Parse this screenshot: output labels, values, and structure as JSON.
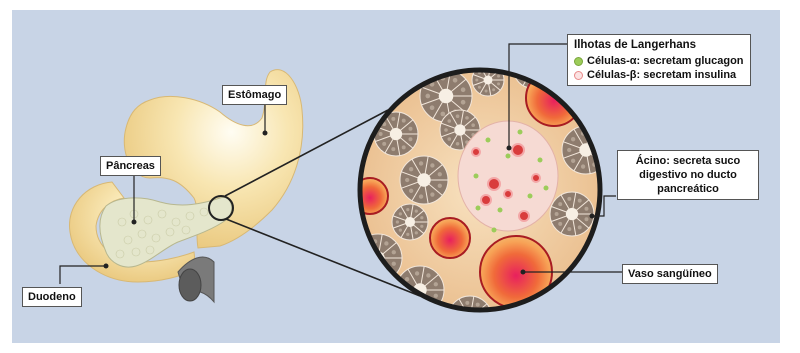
{
  "labels": {
    "stomach": "Estômago",
    "pancreas": "Pâncreas",
    "duodenum": "Duodeno",
    "islets_title": "Ilhotas de Langerhans",
    "alpha_cells": "Células-α: secretam glucagon",
    "beta_cells": "Células-β: secretam insulina",
    "acinus": "Ácino: secreta suco digestivo no ducto pancreático",
    "vessel": "Vaso sangüíneo"
  },
  "colors": {
    "background": "#c8d4e6",
    "organ": "#f6dfa2",
    "pancreas": "#e6e6cf",
    "acinus": "#8a786a",
    "vessel": "#d9262e",
    "alpha_cell": "#9ccc5a",
    "beta_cell": "#e88a8a"
  }
}
